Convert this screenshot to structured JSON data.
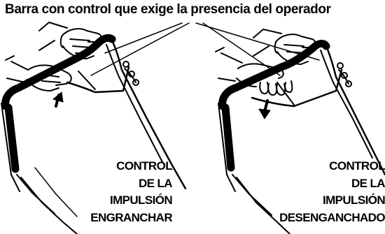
{
  "title": "Barra con control que exige la presencia del operador",
  "left_caption": {
    "line1": "CONTROL",
    "line2": "DE LA",
    "line3": "IMPULSIÓN",
    "line4": "ENGRANCHAR"
  },
  "right_caption": {
    "line1": "CONTROL",
    "line2": "DE LA",
    "line3": "IMPULSIÓN",
    "line4": "DESENGANCHADO"
  },
  "colors": {
    "ink": "#000000",
    "background": "#ffffff"
  }
}
